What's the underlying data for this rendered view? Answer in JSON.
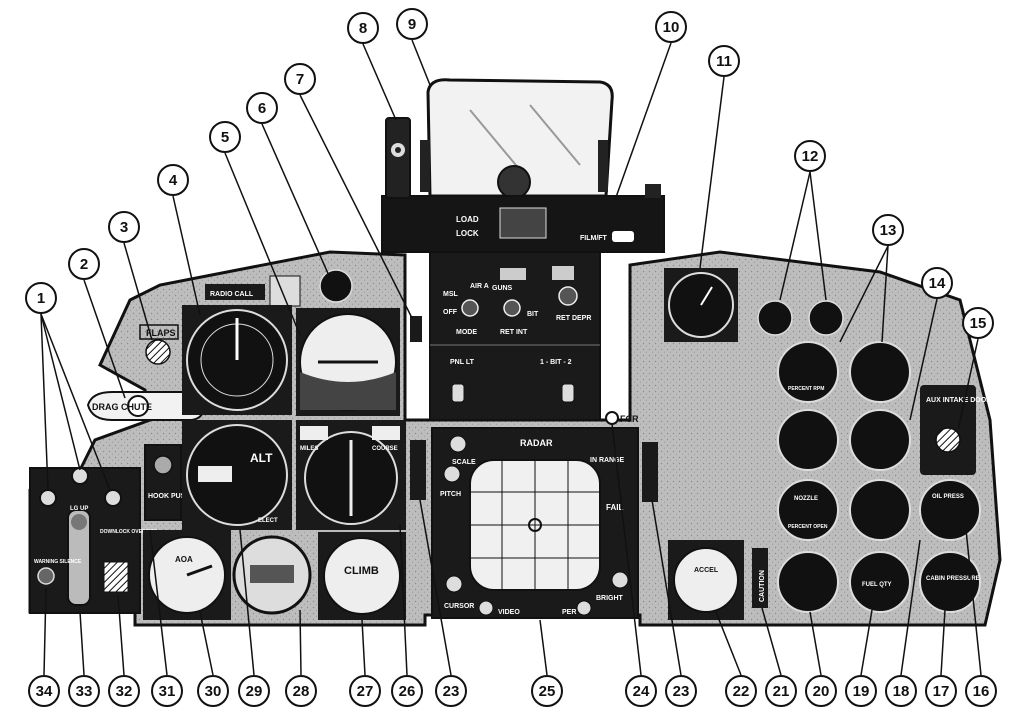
{
  "panel_labels": {
    "radio_call": "RADIO CALL",
    "flaps": "FLAPS",
    "drag_chute": "DRAG CHUTE",
    "hook_push": "HOOK PUSH",
    "warning_silence": "WARNING SILENCE",
    "lg_up": "LG UP",
    "downlock_override": "DOWNLOCK OVERRIDE",
    "load": "LOAD",
    "lock": "LOCK",
    "film_ft": "FILM/FT",
    "msl": "MSL",
    "air_a": "AIR A",
    "guns": "GUNS",
    "off": "OFF",
    "bit": "BIT",
    "mode": "MODE",
    "ret_int": "RET INT",
    "ret_depr": "RET DEPR",
    "pnl_lt": "PNL LT",
    "one_bit_two": "1 - BIT - 2",
    "fcr": "FCR",
    "radar": "RADAR",
    "scale": "SCALE",
    "pitch": "PITCH",
    "in_range": "IN RANGE",
    "fail": "FAIL",
    "cursor": "CURSOR",
    "bright": "BRIGHT",
    "video": "VIDEO",
    "per": "PER",
    "aux_intake_doors": "AUX INTAKE DOORS",
    "caution": "CAUTION",
    "alt": "ALT",
    "elect": "ELECT",
    "miles": "MILES",
    "course": "COURSE",
    "climb": "CLIMB",
    "aoa": "AOA",
    "percent_rpm": "PERCENT RPM",
    "nozzle": "NOZZLE",
    "percent_open": "PERCENT OPEN",
    "oil_press": "OIL PRESS",
    "fuel_qty": "FUEL QTY",
    "cabin_pressure": "CABIN PRESSURE",
    "accel": "ACCEL"
  },
  "callouts": [
    "1",
    "2",
    "3",
    "4",
    "5",
    "6",
    "7",
    "8",
    "9",
    "10",
    "11",
    "12",
    "13",
    "14",
    "15",
    "16",
    "17",
    "18",
    "19",
    "20",
    "21",
    "22",
    "23",
    "24",
    "25",
    "26",
    "27",
    "28",
    "29",
    "30",
    "31",
    "32",
    "33",
    "34",
    "23"
  ],
  "colors": {
    "panel": "#b9b9b9",
    "ink": "#111111",
    "glass": "#e8e8e8",
    "paper": "#ffffff"
  }
}
